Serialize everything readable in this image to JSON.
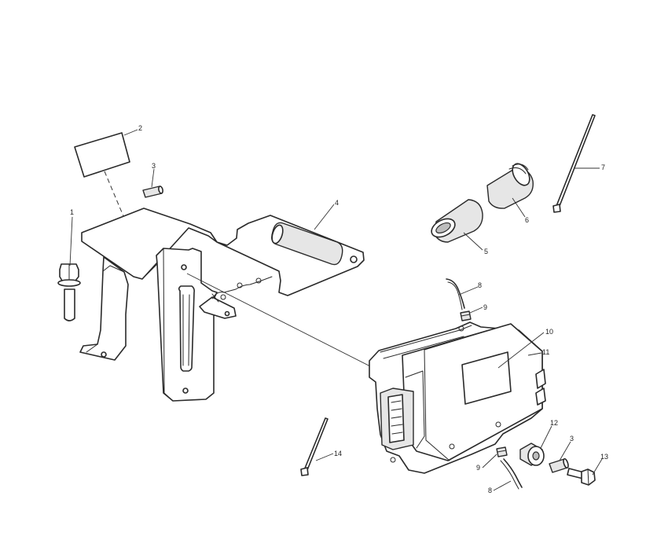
{
  "callouts": {
    "c1": "1",
    "c2": "2",
    "c3a": "3",
    "c3b": "3",
    "c4": "4",
    "c5": "5",
    "c6": "6",
    "c7": "7",
    "c8a": "8",
    "c8b": "8",
    "c9a": "9",
    "c9b": "9",
    "c10": "10",
    "c11": "11",
    "c12": "12",
    "c13": "13",
    "c14": "14"
  }
}
